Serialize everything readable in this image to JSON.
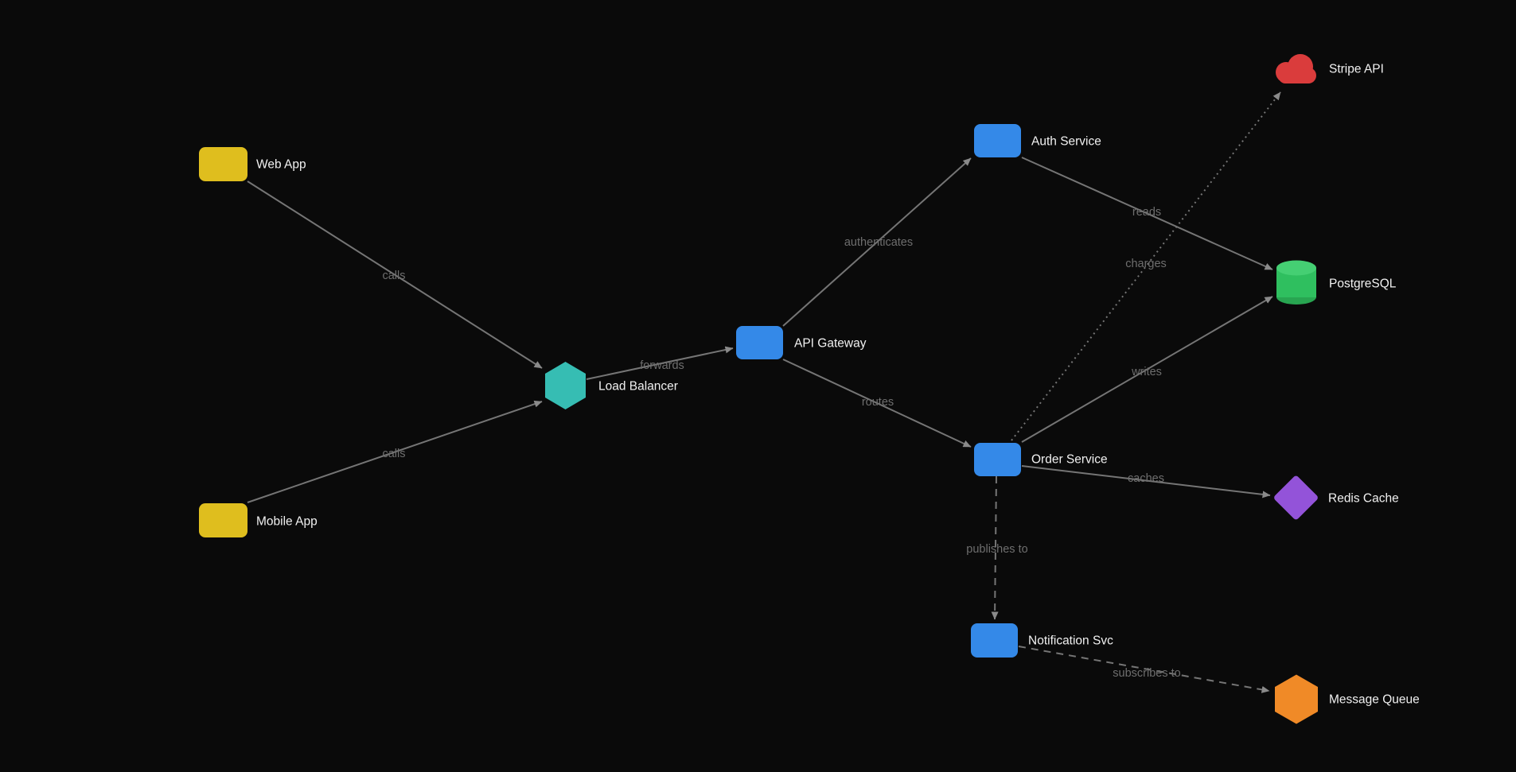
{
  "diagram": {
    "canvas_background": "#0a0a0a",
    "edge_color": "#757575",
    "arrow_color": "#8a8a8a",
    "edge_label_color": "#6e6e6e",
    "node_label_color": "#f1f1f1",
    "nodes": [
      {
        "id": "web-app",
        "label": "Web App",
        "shape": "rounded-rect",
        "color": "#dfbe1e"
      },
      {
        "id": "mobile-app",
        "label": "Mobile App",
        "shape": "rounded-rect",
        "color": "#dfbe1e"
      },
      {
        "id": "load-balancer",
        "label": "Load Balancer",
        "shape": "hexagon",
        "color": "#36bdb3"
      },
      {
        "id": "api-gateway",
        "label": "API Gateway",
        "shape": "rounded-rect",
        "color": "#3489e8"
      },
      {
        "id": "auth-service",
        "label": "Auth Service",
        "shape": "rounded-rect",
        "color": "#3489e8"
      },
      {
        "id": "order-service",
        "label": "Order Service",
        "shape": "rounded-rect",
        "color": "#3489e8"
      },
      {
        "id": "notification-svc",
        "label": "Notification Svc",
        "shape": "rounded-rect",
        "color": "#3489e8"
      },
      {
        "id": "stripe-api",
        "label": "Stripe API",
        "shape": "cloud",
        "color": "#da3c3c"
      },
      {
        "id": "postgresql",
        "label": "PostgreSQL",
        "shape": "cylinder",
        "color": "#2fbf5f",
        "color_top": "#45cf73",
        "color_bottom": "#28a551"
      },
      {
        "id": "redis-cache",
        "label": "Redis Cache",
        "shape": "diamond",
        "color": "#9353d9"
      },
      {
        "id": "message-queue",
        "label": "Message Queue",
        "shape": "hexagon",
        "color": "#f08a27"
      }
    ],
    "edges": [
      {
        "from": "web-app",
        "to": "load-balancer",
        "label": "calls",
        "style": "solid"
      },
      {
        "from": "mobile-app",
        "to": "load-balancer",
        "label": "calls",
        "style": "solid"
      },
      {
        "from": "load-balancer",
        "to": "api-gateway",
        "label": "forwards",
        "style": "solid"
      },
      {
        "from": "api-gateway",
        "to": "auth-service",
        "label": "authenticates",
        "style": "solid"
      },
      {
        "from": "api-gateway",
        "to": "order-service",
        "label": "routes",
        "style": "solid"
      },
      {
        "from": "auth-service",
        "to": "postgresql",
        "label": "reads",
        "style": "solid"
      },
      {
        "from": "order-service",
        "to": "postgresql",
        "label": "writes",
        "style": "solid"
      },
      {
        "from": "order-service",
        "to": "redis-cache",
        "label": "caches",
        "style": "solid"
      },
      {
        "from": "order-service",
        "to": "stripe-api",
        "label": "charges",
        "style": "dotted"
      },
      {
        "from": "order-service",
        "to": "notification-svc",
        "label": "publishes to",
        "style": "dashed"
      },
      {
        "from": "notification-svc",
        "to": "message-queue",
        "label": "subscribes to",
        "style": "dashed"
      }
    ]
  }
}
